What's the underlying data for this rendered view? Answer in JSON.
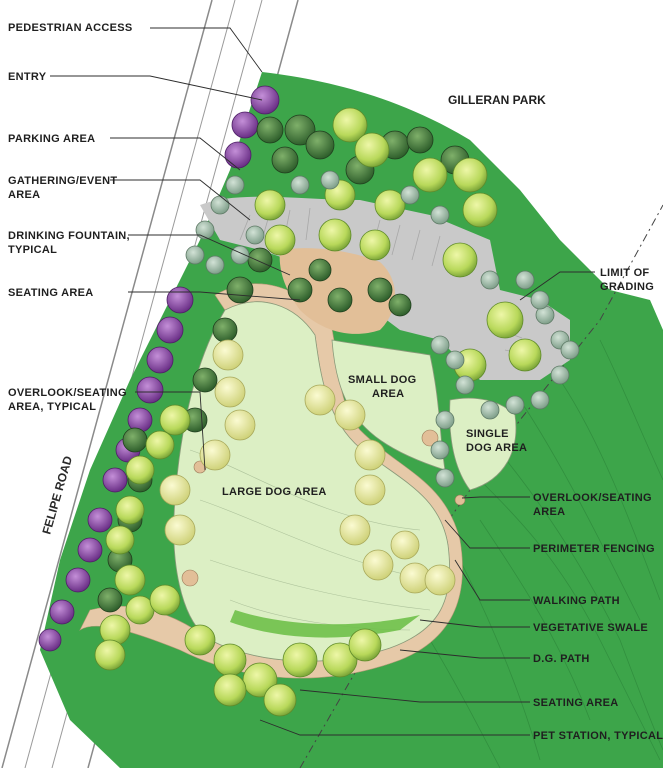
{
  "labels_left": [
    {
      "id": "pedestrian-access",
      "lines": [
        "PEDESTRIAN ACCESS"
      ]
    },
    {
      "id": "entry",
      "lines": [
        "ENTRY"
      ]
    },
    {
      "id": "parking-area",
      "lines": [
        "PARKING AREA"
      ]
    },
    {
      "id": "gathering-event-area",
      "lines": [
        "GATHERING/EVENT",
        "AREA"
      ]
    },
    {
      "id": "drinking-fountain",
      "lines": [
        "DRINKING FOUNTAIN,",
        "TYPICAL"
      ]
    },
    {
      "id": "seating-area-top",
      "lines": [
        "SEATING AREA"
      ]
    },
    {
      "id": "overlook-seating-left",
      "lines": [
        "OVERLOOK/SEATING",
        "AREA, TYPICAL"
      ]
    }
  ],
  "labels_right": [
    {
      "id": "limit-of-grading",
      "lines": [
        "LIMIT OF",
        "GRADING"
      ]
    },
    {
      "id": "overlook-seating-right",
      "lines": [
        "OVERLOOK/SEATING",
        "AREA"
      ]
    },
    {
      "id": "perimeter-fencing",
      "lines": [
        "PERIMETER FENCING"
      ]
    },
    {
      "id": "walking-path",
      "lines": [
        "WALKING PATH"
      ]
    },
    {
      "id": "vegetative-swale",
      "lines": [
        "VEGETATIVE SWALE"
      ]
    },
    {
      "id": "dg-path",
      "lines": [
        "D.G. PATH"
      ]
    },
    {
      "id": "seating-area-bottom",
      "lines": [
        "SEATING AREA"
      ]
    },
    {
      "id": "pet-station",
      "lines": [
        "PET STATION, TYPICAL"
      ]
    }
  ],
  "labels_map": {
    "park": "GILLERAN PARK",
    "road": "FELIPE ROAD",
    "small_dog": [
      "SMALL DOG",
      "AREA"
    ],
    "single_dog": [
      "SINGLE",
      "DOG AREA"
    ],
    "large_dog": "LARGE DOG AREA"
  },
  "colors": {
    "turf": "#dcefc4",
    "grass": "#3da54a",
    "path": "#e6c9a8",
    "paving": "#c9c9c9",
    "tree_light": "#c6e06a",
    "tree_dark": "#3f7a3a",
    "tree_blue": "#9fb8a6",
    "tree_purple": "#8e44a8"
  }
}
